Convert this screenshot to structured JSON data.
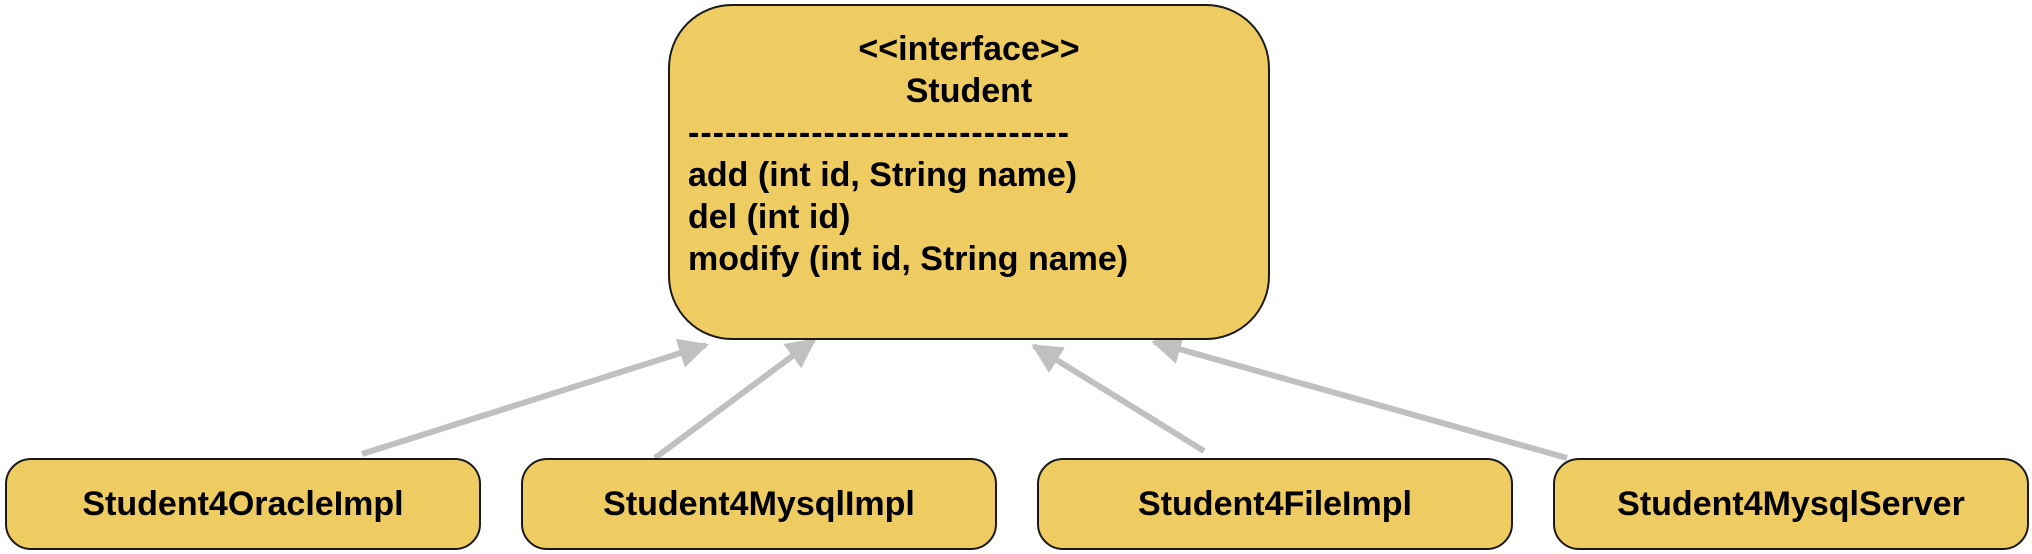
{
  "interface": {
    "stereotype": "<<interface>>",
    "name": "Student",
    "separator": "-------------------------------",
    "methods": [
      "add (int id, String name)",
      "del (int id)",
      "modify (int id, String name)"
    ]
  },
  "implementations": [
    "Student4OracleImpl",
    "Student4MysqlImpl",
    "Student4FileImpl",
    "Student4MysqlServer"
  ],
  "colors": {
    "box_fill": "#efcc61",
    "box_border": "#1a1a1a",
    "arrow": "#c0c0c0",
    "text": "#000000"
  }
}
